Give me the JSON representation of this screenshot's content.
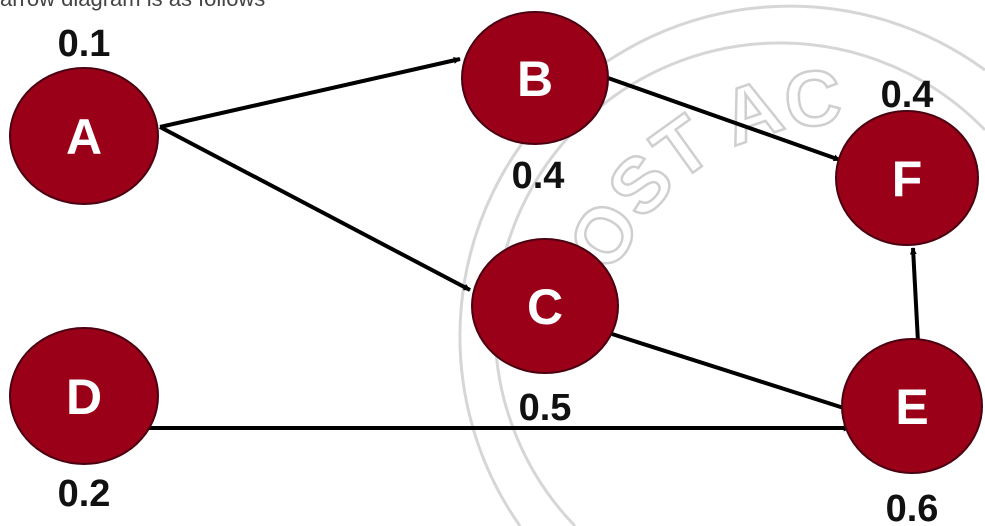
{
  "caption": "arrow diagram is as follows",
  "watermark": {
    "text": "COST AC",
    "color": "#cfcfcf"
  },
  "colors": {
    "node_fill": "#9b0019",
    "node_stroke": "#4a0010",
    "edge": "#000000",
    "label": "#111111"
  },
  "nodes": [
    {
      "id": "A",
      "label": "A",
      "value": "0.1"
    },
    {
      "id": "B",
      "label": "B",
      "value": "0.4"
    },
    {
      "id": "C",
      "label": "C",
      "value": "0.5"
    },
    {
      "id": "D",
      "label": "D",
      "value": "0.2"
    },
    {
      "id": "E",
      "label": "E",
      "value": "0.6"
    },
    {
      "id": "F",
      "label": "F",
      "value": "0.4"
    }
  ],
  "edges": [
    {
      "from": "A",
      "to": "B"
    },
    {
      "from": "A",
      "to": "C"
    },
    {
      "from": "B",
      "to": "F"
    },
    {
      "from": "C",
      "to": "E"
    },
    {
      "from": "D",
      "to": "E"
    },
    {
      "from": "E",
      "to": "F"
    }
  ]
}
